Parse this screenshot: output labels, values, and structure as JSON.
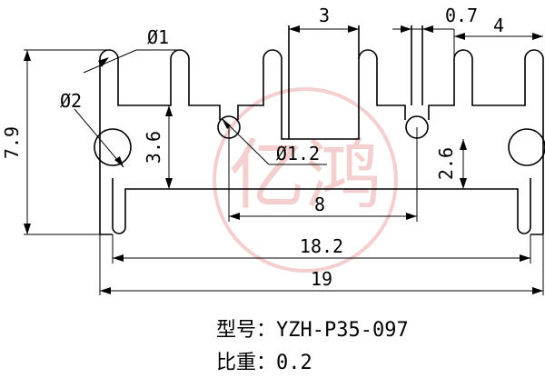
{
  "dimensions": {
    "height_total": "7.9",
    "width_top_slot": "3",
    "slot_width": "0.7",
    "gap_right": "4",
    "dia_small": "Ø1",
    "dia_large": "Ø2",
    "dia_mid": "Ø1.2",
    "height_left": "3.6",
    "height_right": "2.6",
    "width_mid": "8",
    "width_inner": "18.2",
    "width_total": "19"
  },
  "watermark": {
    "text": "亿鸿",
    "color": "#e8a0a0"
  },
  "caption": {
    "model_label": "型号：",
    "model_value": "YZH-P35-097",
    "density_label": "比重：",
    "density_value": "0.2"
  }
}
